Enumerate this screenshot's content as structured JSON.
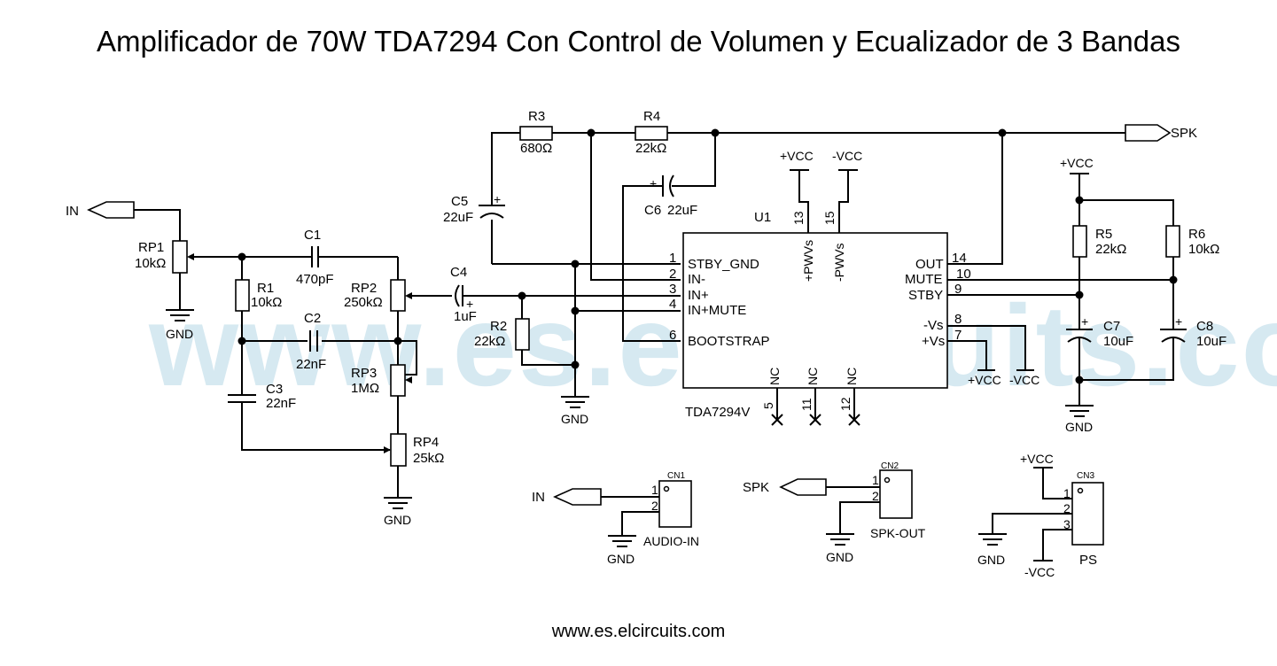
{
  "title": "Amplificador de 70W TDA7294 Con Control de Volumen y Ecualizador de 3 Bandas",
  "footer": "www.es.elcircuits.com",
  "watermark": "www.es.elcircuits.com",
  "colors": {
    "wire": "#000000",
    "watermark": "#d6e9f1",
    "background": "#ffffff"
  },
  "ports": {
    "in": "IN",
    "spk": "SPK"
  },
  "power": {
    "pos": "+VCC",
    "neg": "-VCC",
    "gnd": "GND"
  },
  "components": {
    "RP1": {
      "ref": "RP1",
      "value": "10kΩ"
    },
    "RP2": {
      "ref": "RP2",
      "value": "250kΩ"
    },
    "RP3": {
      "ref": "RP3",
      "value": "1MΩ"
    },
    "RP4": {
      "ref": "RP4",
      "value": "25kΩ"
    },
    "R1": {
      "ref": "R1",
      "value": "10kΩ"
    },
    "R2": {
      "ref": "R2",
      "value": "22kΩ"
    },
    "R3": {
      "ref": "R3",
      "value": "680Ω"
    },
    "R4": {
      "ref": "R4",
      "value": "22kΩ"
    },
    "R5": {
      "ref": "R5",
      "value": "22kΩ"
    },
    "R6": {
      "ref": "R6",
      "value": "10kΩ"
    },
    "C1": {
      "ref": "C1",
      "value": "470pF"
    },
    "C2": {
      "ref": "C2",
      "value": "22nF"
    },
    "C3": {
      "ref": "C3",
      "value": "22nF"
    },
    "C4": {
      "ref": "C4",
      "value": "1uF"
    },
    "C5": {
      "ref": "C5",
      "value": "22uF"
    },
    "C6": {
      "ref": "C6",
      "value": "22uF"
    },
    "C7": {
      "ref": "C7",
      "value": "10uF"
    },
    "C8": {
      "ref": "C8",
      "value": "10uF"
    }
  },
  "ic": {
    "ref": "U1",
    "part": "TDA7294V",
    "left_pins": [
      {
        "num": "1",
        "name": "STBY_GND"
      },
      {
        "num": "2",
        "name": "IN-"
      },
      {
        "num": "3",
        "name": "IN+"
      },
      {
        "num": "4",
        "name": "IN+MUTE"
      },
      {
        "num": "6",
        "name": "BOOTSTRAP"
      }
    ],
    "right_pins": [
      {
        "num": "14",
        "name": "OUT"
      },
      {
        "num": "10",
        "name": "MUTE"
      },
      {
        "num": "9",
        "name": "STBY"
      },
      {
        "num": "8",
        "name": "-Vs"
      },
      {
        "num": "7",
        "name": "+Vs"
      }
    ],
    "top_pins": [
      {
        "num": "13",
        "name": "+PWVs"
      },
      {
        "num": "15",
        "name": "-PWVs"
      }
    ],
    "bottom_pins": [
      {
        "num": "5",
        "name": "NC"
      },
      {
        "num": "11",
        "name": "NC"
      },
      {
        "num": "12",
        "name": "NC"
      }
    ]
  },
  "connectors": [
    {
      "ref": "CN1",
      "label": "AUDIO-IN",
      "pins": [
        "1",
        "2"
      ]
    },
    {
      "ref": "CN2",
      "label": "SPK-OUT",
      "pins": [
        "1",
        "2"
      ]
    },
    {
      "ref": "CN3",
      "label": "PS",
      "pins": [
        "1",
        "2",
        "3"
      ]
    }
  ]
}
